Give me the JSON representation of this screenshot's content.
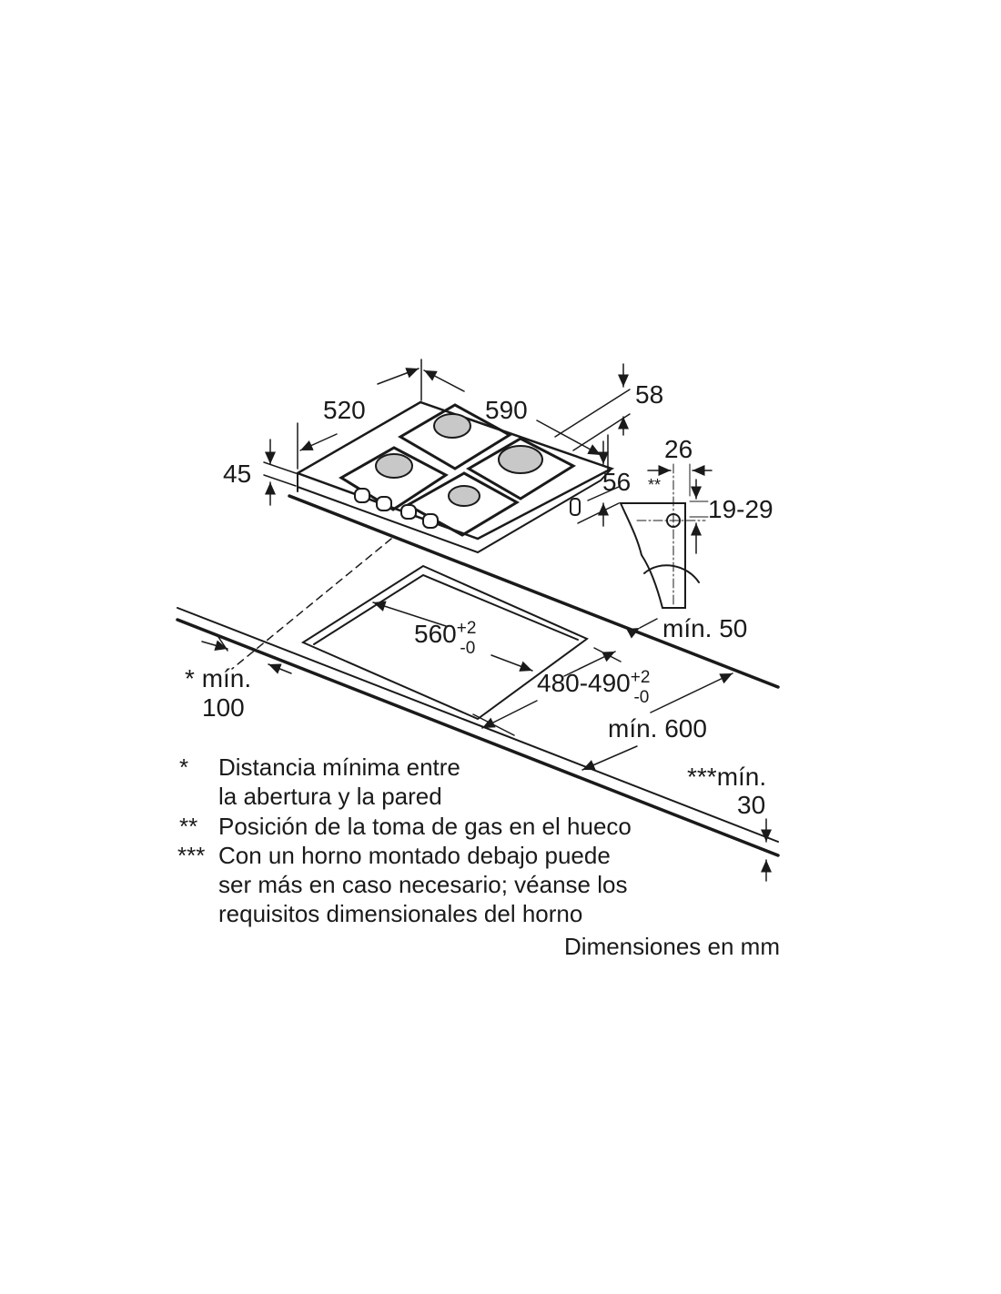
{
  "dimensions": {
    "depth": "520",
    "width": "590",
    "knob_offset": "58",
    "height": "45",
    "foot_height": "56",
    "gas_offset": "26",
    "gas_marker": "**",
    "gas_height": "19-29",
    "cutout_width": "560",
    "cutout_width_tol_plus": "+2",
    "cutout_width_tol_minus": "-0",
    "cutout_depth": "480-490",
    "cutout_depth_tol_plus": "+2",
    "cutout_depth_tol_minus": "-0",
    "min_back": "mín. 50",
    "min_side_marker": "*",
    "min_side_label": "mín.",
    "min_side_value": "100",
    "min_worktop": "mín. 600",
    "min_thickness_marker": "***",
    "min_thickness_label": "mín.",
    "min_thickness_value": "30"
  },
  "footnotes": [
    {
      "marker": "*",
      "lines": [
        "Distancia mínima entre",
        "la abertura y la pared"
      ]
    },
    {
      "marker": "**",
      "lines": [
        "Posición de la toma de gas en el hueco"
      ]
    },
    {
      "marker": "***",
      "lines": [
        "Con un horno montado debajo puede",
        "ser más en caso necesario; véanse los",
        "requisitos dimensionales del horno"
      ]
    }
  ],
  "units_note": "Dimensiones en mm"
}
